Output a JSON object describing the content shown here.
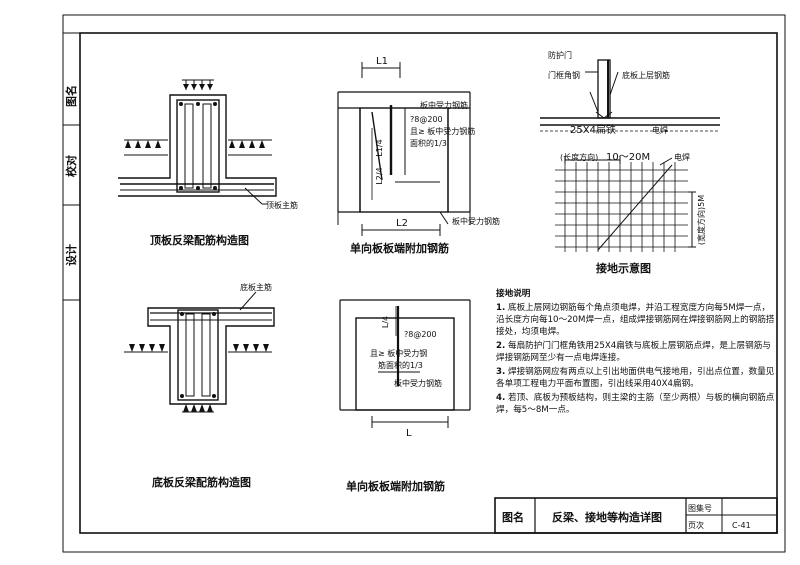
{
  "side_strip": {
    "cells": [
      "图名",
      "校对",
      "设计"
    ]
  },
  "panel1": {
    "title": "顶板反梁配筋构造图",
    "callout": "顶板主筋"
  },
  "panel2": {
    "title": "单向板板端附加钢筋",
    "dim_top": "L1",
    "dim_bottom": "L2",
    "dim_left_top": "L1/4",
    "dim_left_bottom": "L2/4",
    "note1": "板中受力钢筋",
    "spec": "?8@200",
    "note2a": "且≥ 板中受力钢筋",
    "note2b": "面积的1/3",
    "callout": "板中受力钢筋"
  },
  "panel3": {
    "title": "接地示意图",
    "label_guard_door": "防护门",
    "label_door_frame": "门框角钢",
    "label_base_rebar": "底板上层钢筋",
    "label_flat_steel": "25X4扁铁",
    "label_weld": "电焊",
    "label_length_dir": "(长度方向)",
    "spacing_length": "10～20M",
    "label_weld2": "电焊",
    "spacing_width": "(宽度方向)5M"
  },
  "panel4": {
    "title": "底板反梁配筋构造图",
    "callout": "底板主筋"
  },
  "panel5": {
    "title": "单向板板端附加钢筋",
    "dim_left": "L/4",
    "spec": "?8@200",
    "note_a": "且≥ 板中受力钢",
    "note_b": "筋面积的1/3",
    "callout": "板中受力钢筋",
    "dim_bottom": "L"
  },
  "notes": {
    "heading": "接地说明",
    "items": [
      {
        "num": "1.",
        "text": "底板上层网边钢筋每个角点须电焊，并沿工程宽度方向每5M焊一点，沿长度方向每10～20M焊一点，组成焊接钢筋网在焊接钢筋网上的钢筋搭接处，均须电焊。"
      },
      {
        "num": "2.",
        "text": "每扇防护门门框角铁用25X4扁铁与底板上层钢筋点焊，是上层钢筋与焊接钢筋网至少有一点电焊连接。"
      },
      {
        "num": "3.",
        "text": "焊接钢筋网应有两点以上引出地面供电气接地用，引出点位置，数量见各单项工程电力平面布置图，引出线采用40X4扁钢。"
      },
      {
        "num": "4.",
        "text": "若顶、底板为预板结构，则主梁的主筋（至少两根）与板的横向钢筋点焊，每5～8M一点。"
      }
    ]
  },
  "title_block": {
    "label_name": "图名",
    "drawing_title": "反梁、接地等构造详图",
    "label_atlas": "图集号",
    "label_sheet": "页次",
    "sheet_no": "C-41"
  }
}
